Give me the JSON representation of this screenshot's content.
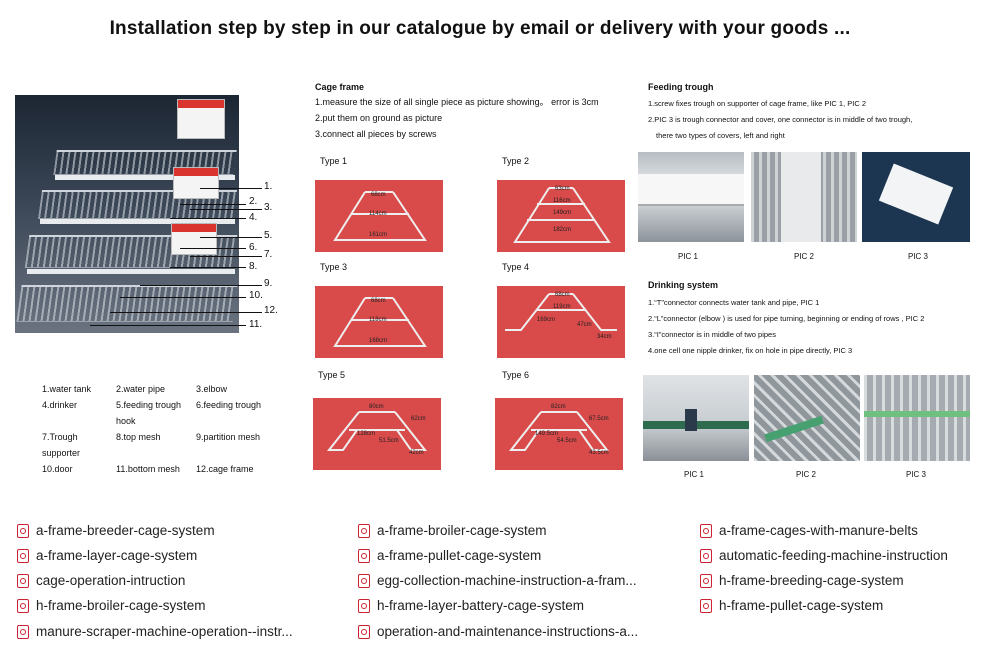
{
  "headline": "Installation step by step in our catalogue by email or delivery with your goods ...",
  "photo": {
    "callouts": [
      "1.",
      "2.",
      "3.",
      "4.",
      "5.",
      "6.",
      "7.",
      "8.",
      "9.",
      "10.",
      "12.",
      "11."
    ]
  },
  "legend": [
    [
      "1.water tank",
      "2.water pipe",
      "3.elbow"
    ],
    [
      "4.drinker",
      "5.feeding trough hook",
      "6.feeding trough"
    ],
    [
      "7.Trough supporter",
      "8.top mesh",
      "9.partition mesh"
    ],
    [
      "10.door",
      "11.bottom mesh",
      "12.cage frame"
    ]
  ],
  "cage_frame": {
    "title": "Cage frame",
    "steps": [
      "1.measure the size of all single piece as picture showing。  error is 3cm",
      "2.put them on ground as picture",
      "3.connect all pieces by screws"
    ],
    "types": [
      {
        "label": "Type 1",
        "dims": [
          "68cm",
          "114cm",
          "161cm"
        ]
      },
      {
        "label": "Type 2",
        "dims": [
          "63cm",
          "116cm",
          "149cm",
          "182cm"
        ]
      },
      {
        "label": "Type 3",
        "dims": [
          "68cm",
          "118cm",
          "168cm"
        ]
      },
      {
        "label": "Type 4",
        "dims": [
          "68cm",
          "119cm",
          "169cm",
          "47cm",
          "34cm"
        ]
      },
      {
        "label": "Type 5",
        "dims": [
          "80cm",
          "62cm",
          "128cm",
          "51.5cm",
          "42cm"
        ]
      },
      {
        "label": "Type 6",
        "dims": [
          "82cm",
          "67.5cm",
          "149.5cm",
          "54.5cm",
          "43.5cm"
        ]
      }
    ]
  },
  "feeding_trough": {
    "title": "Feeding trough",
    "steps": [
      "1.screw fixes trough on supporter of cage frame, like PIC 1, PIC 2",
      "2.PIC 3 is trough connector and cover, one connector is in middle of two trough,",
      "there two types of covers, left and right"
    ],
    "pics": [
      "PIC 1",
      "PIC 2",
      "PIC 3"
    ]
  },
  "drinking_system": {
    "title": "Drinking system",
    "steps": [
      "1.“T”connector connects water tank and pipe, PIC 1",
      "2.“L”connector (elbow ) is used for pipe turning, beginning or ending of rows , PIC 2",
      "3.“I”connector is in middle of two pipes",
      "4.one cell one nipple drinker, fix on hole in pipe directly, PIC 3"
    ],
    "pics": [
      "PIC 1",
      "PIC 2",
      "PIC 3"
    ]
  },
  "links": [
    [
      "a-frame-breeder-cage-system",
      "a-frame-broiler-cage-system",
      "a-frame-cages-with-manure-belts"
    ],
    [
      "a-frame-layer-cage-system",
      "a-frame-pullet-cage-system",
      "automatic-feeding-machine-instruction"
    ],
    [
      "cage-operation-intruction",
      "egg-collection-machine-instruction-a-fram...",
      "h-frame-breeding-cage-system"
    ],
    [
      "h-frame-broiler-cage-system",
      "h-frame-layer-battery-cage-system",
      "h-frame-pullet-cage-system"
    ],
    [
      "manure-scraper-machine-operation--instr...",
      "operation-and-maintenance-instructions-a...",
      ""
    ]
  ],
  "colors": {
    "diagram_bg": "#d94a4a",
    "pdf_icon": "#cc2233"
  }
}
